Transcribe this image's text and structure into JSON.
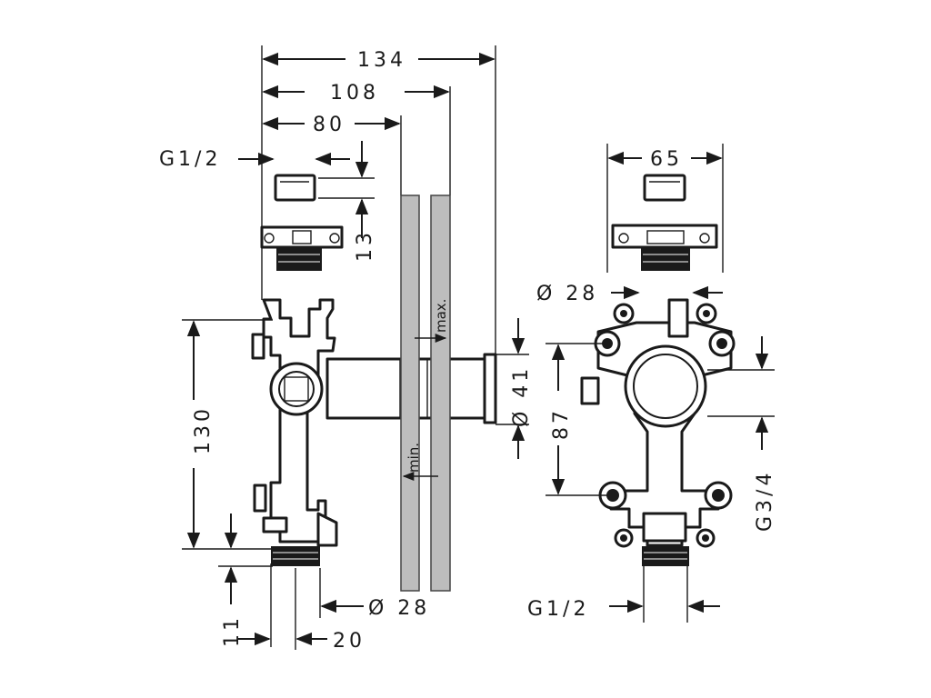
{
  "side_view": {
    "dim_134": "134",
    "dim_108": "108",
    "dim_80": "80",
    "thread_top": "G1/2",
    "dim_13": "13",
    "max_label": "max.",
    "min_label": "min.",
    "dim_41": "Ø 41",
    "dim_130": "130",
    "dim_11": "11",
    "dim_20": "20",
    "dia_28": "Ø 28"
  },
  "front_view": {
    "dim_65": "65",
    "dia_28": "Ø 28",
    "dim_87": "87",
    "thread_side": "G3/4",
    "thread_bottom": "G1/2"
  }
}
